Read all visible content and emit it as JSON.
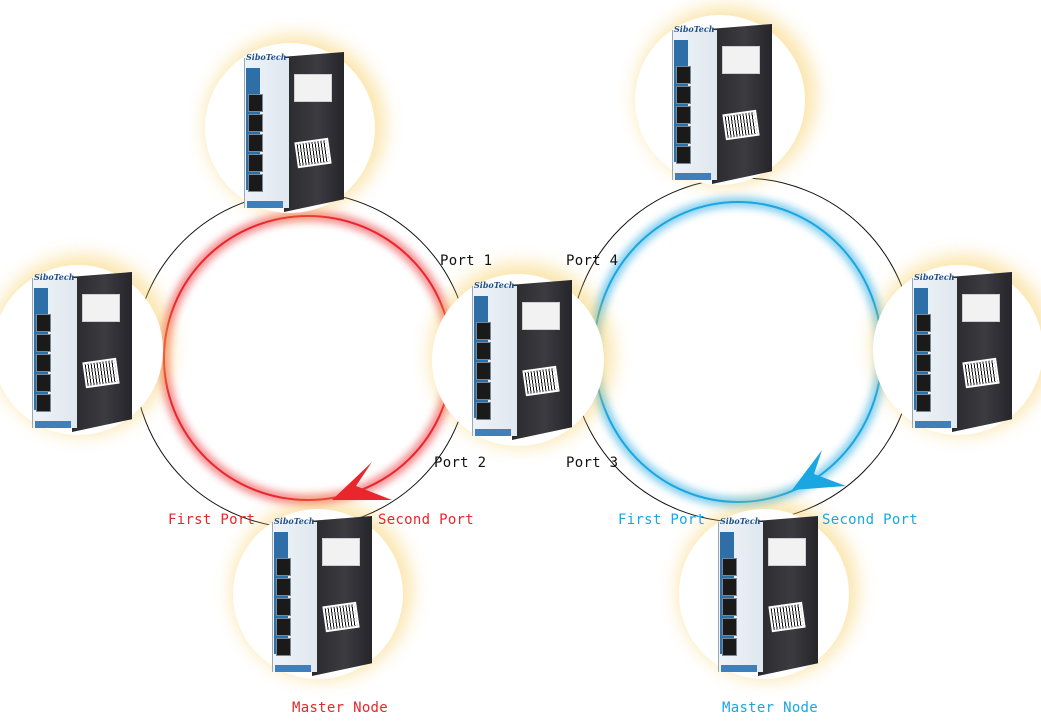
{
  "colors": {
    "ring_left": "#e8262b",
    "ring_right": "#1aa6e0",
    "cable": "#111111",
    "label_black": "#111111",
    "glow": "#f6c64a",
    "device_accent": "#2e6fa8"
  },
  "device": {
    "brand": "SiboTech"
  },
  "labels": {
    "port1": "Port 1",
    "port2": "Port 2",
    "port3": "Port 3",
    "port4": "Port 4",
    "left_first_port": "First Port",
    "left_second_port": "Second Port",
    "left_master": "Master Node",
    "right_first_port": "First Port",
    "right_second_port": "Second Port",
    "right_master": "Master Node"
  }
}
